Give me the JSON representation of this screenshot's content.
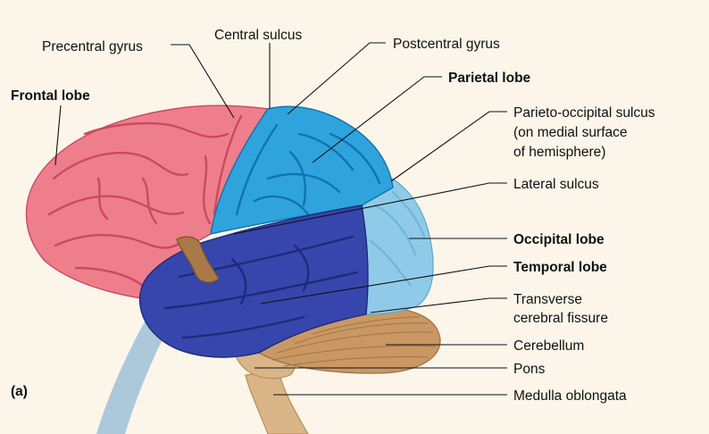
{
  "figure": {
    "panel_label": "(a)",
    "labels": {
      "precentral_gyrus": "Precentral gyrus",
      "central_sulcus": "Central sulcus",
      "postcentral_gyrus": "Postcentral gyrus",
      "frontal_lobe": "Frontal lobe",
      "parietal_lobe": "Parietal lobe",
      "parieto_occipital_line1": "Parieto-occipital sulcus",
      "parieto_occipital_line2": "(on medial surface",
      "parieto_occipital_line3": "of hemisphere)",
      "lateral_sulcus": "Lateral sulcus",
      "occipital_lobe": "Occipital lobe",
      "temporal_lobe": "Temporal lobe",
      "transverse_line1": "Transverse",
      "transverse_line2": "cerebral fissure",
      "cerebellum": "Cerebellum",
      "pons": "Pons",
      "medulla_oblongata": "Medulla oblongata"
    },
    "colors": {
      "background": "#fbf5ea",
      "frontal": "#ee7e8c",
      "frontal_dark": "#c94a5e",
      "parietal": "#2fa3dc",
      "parietal_dark": "#1273ad",
      "occipital": "#8fcbe8",
      "temporal": "#3646ad",
      "temporal_dark": "#1f2a79",
      "cerebellum": "#c99865",
      "brainstem": "#d9b588",
      "insula": "#a97a47",
      "glass": "#9ec0d8"
    }
  }
}
